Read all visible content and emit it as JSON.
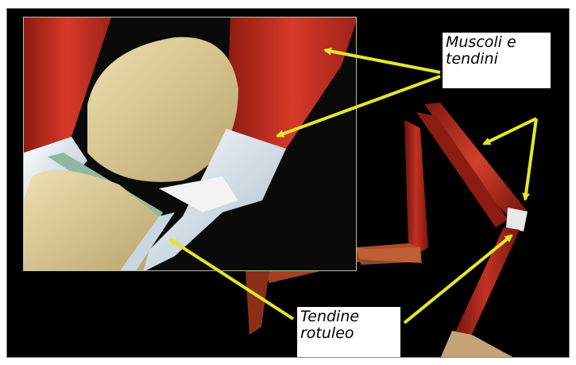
{
  "labels": {
    "muscles_line1": "Muscoli e",
    "muscles_line2": "tendini",
    "tendon_line1": "Tendine",
    "tendon_line2": "rotuleo"
  },
  "colors": {
    "background": "#000000",
    "arrow": "#e6e62a",
    "muscle": "#b8281f",
    "bone": "#d8c898",
    "tendon": "#dfe8ee",
    "cartilage": "#8fb8a0"
  },
  "icons": {
    "knee_closeup": "knee-joint-illustration",
    "leg_full": "leg-muscle-illustration"
  }
}
